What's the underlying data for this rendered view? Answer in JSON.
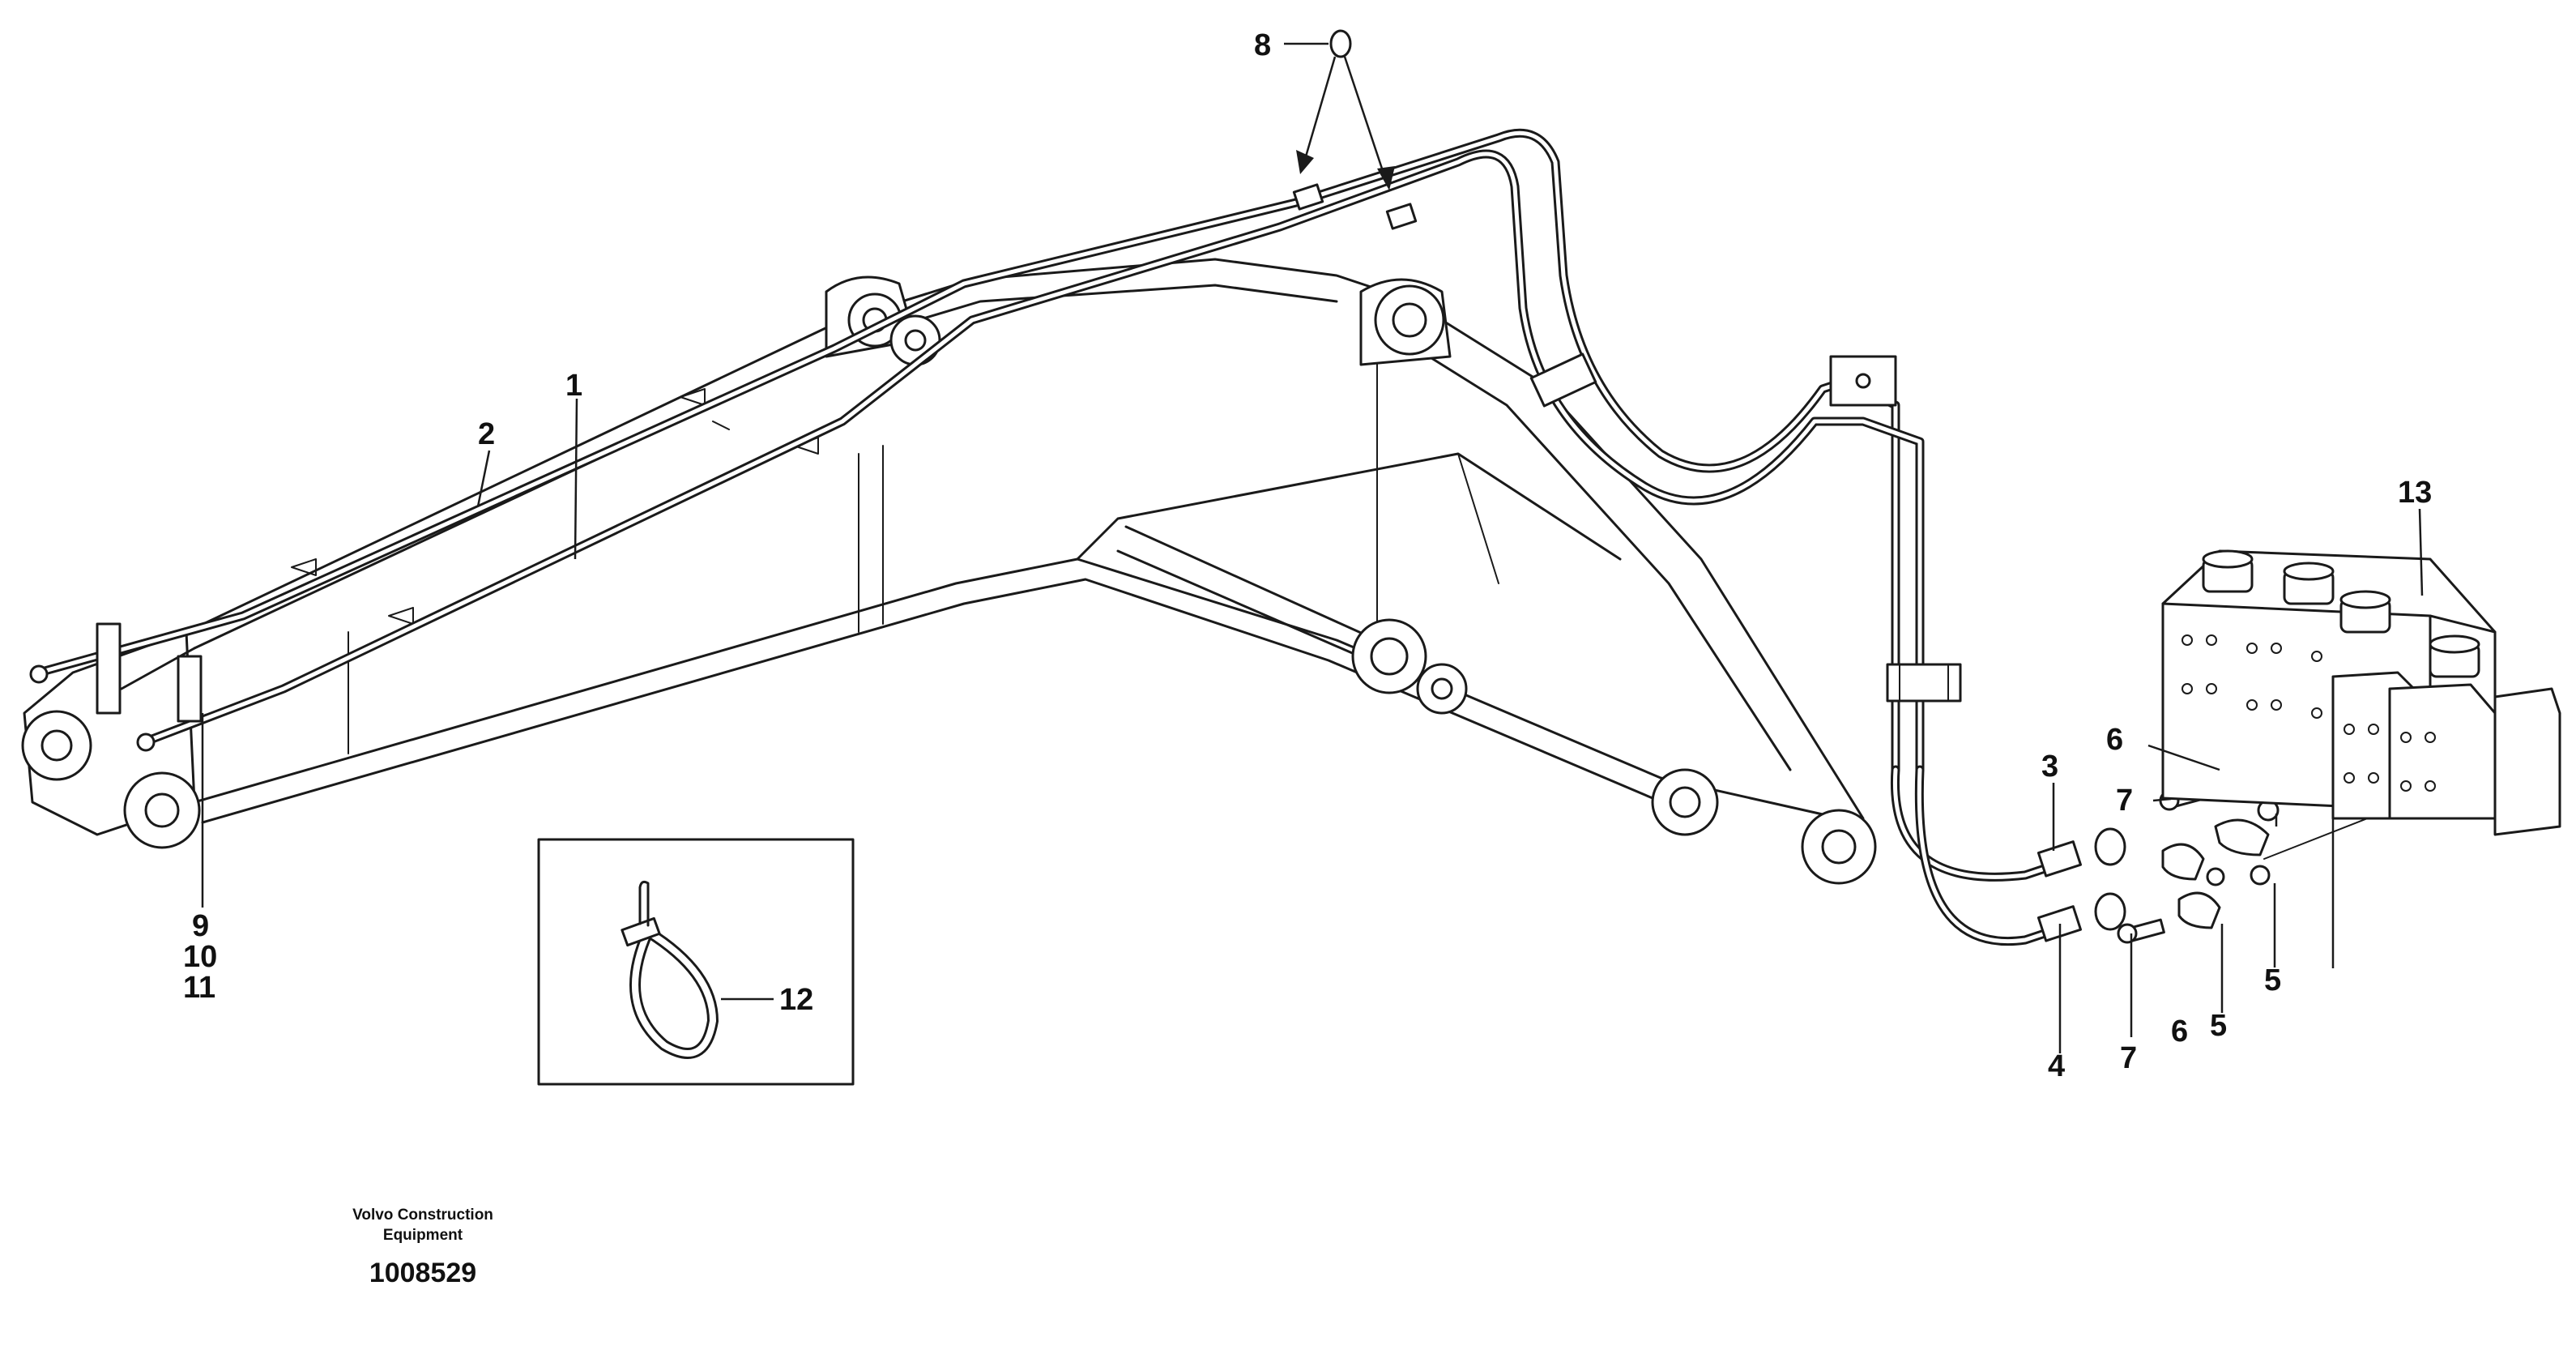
{
  "callouts": {
    "c1": "1",
    "c2": "2",
    "c3": "3",
    "c4": "4",
    "c5a": "5",
    "c5b": "5",
    "c6a": "6",
    "c6b": "6",
    "c7a": "7",
    "c7b": "7",
    "c8": "8",
    "c9": "9",
    "c10": "10",
    "c11": "11",
    "c12": "12",
    "c13": "13"
  },
  "footer": {
    "company_line1": "Volvo Construction",
    "company_line2": "Equipment",
    "drawing_number": "1008529"
  },
  "icons": [
    "cable-tie-icon",
    "o-ring-icon",
    "control-valve-block-icon"
  ]
}
